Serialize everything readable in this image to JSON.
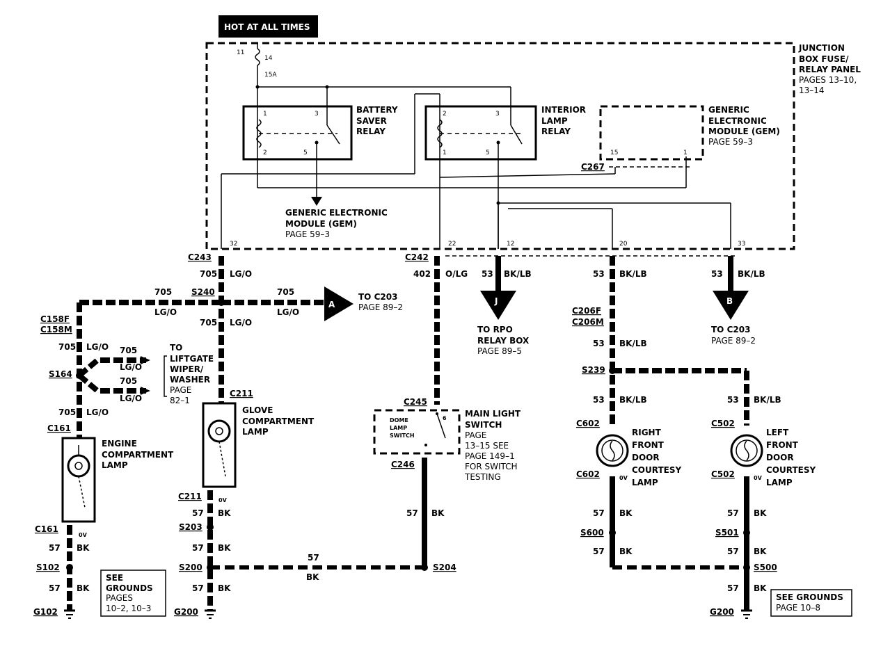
{
  "hot_label": "HOT AT ALL TIMES",
  "junction": {
    "l1": "JUNCTION",
    "l2": "BOX FUSE/",
    "l3": "RELAY PANEL",
    "l4": "PAGES 13–10,",
    "l5": "13–14"
  },
  "fuse": {
    "a": "11",
    "b": "14",
    "c": "15A"
  },
  "battery_relay": {
    "l1": "BATTERY",
    "l2": "SAVER",
    "l3": "RELAY",
    "p1": "1",
    "p3": "3",
    "p2": "2",
    "p5": "5"
  },
  "interior_relay": {
    "l1": "INTERIOR",
    "l2": "LAMP",
    "l3": "RELAY",
    "p2": "2",
    "p3": "3",
    "p1": "1",
    "p5": "5"
  },
  "gem_top": {
    "l1": "GENERIC",
    "l2": "ELECTRONIC",
    "l3": "MODULE  (GEM)",
    "l4": "PAGE 59–3",
    "p15": "15",
    "p1": "1",
    "conn": "C267"
  },
  "gem_mid": {
    "l1": "GENERIC   ELECTRONIC",
    "l2": "MODULE (GEM)",
    "l3": "PAGE 59–3"
  },
  "pins": {
    "p32": "32",
    "p22": "22",
    "p12": "12",
    "p20": "20",
    "p33": "33"
  },
  "left": {
    "c243": "C243",
    "w705": "705",
    "lgo": "LG/O",
    "s240": "S240",
    "c158f": "C158F",
    "c158m": "C158M",
    "s164": "S164",
    "c161": "C161",
    "c211": "C211",
    "to_a": "TO C203",
    "to_a2": "PAGE 89–2",
    "a": "A",
    "to_lift": [
      "TO",
      "LIFTGATE",
      "WIPER/",
      "WASHER",
      "PAGE",
      "82–1"
    ],
    "glove": [
      "GLOVE",
      "COMPARTMENT",
      "LAMP"
    ],
    "engine": [
      "ENGINE",
      "COMPARTMENT",
      "LAMP"
    ],
    "c161b": "C161",
    "c211b": "C211",
    "ov": "0V",
    "w57": "57",
    "bk": "BK",
    "s102": "S102",
    "s203": "S203",
    "s200": "S200",
    "g102": "G102",
    "g200": "G200",
    "see": [
      "SEE",
      "GROUNDS",
      "PAGES",
      "10–2,  10–3"
    ]
  },
  "middle": {
    "c242": "C242",
    "w402": "402",
    "olg": "O/LG",
    "c245": "C245",
    "c246": "C246",
    "dome": [
      "DOME",
      "LAMP",
      "SWITCH"
    ],
    "pin6": "6",
    "main": [
      "MAIN LIGHT",
      "SWITCH",
      "PAGE",
      "13–15  SEE",
      "PAGE  149–1",
      "FOR SWITCH",
      "TESTING"
    ],
    "w57": "57",
    "bk": "BK",
    "s204": "S204"
  },
  "j": {
    "w53": "53",
    "bklb": "BK/LB",
    "j": "J",
    "to": [
      "TO  RPO",
      "RELAY BOX",
      "PAGE  89–5"
    ]
  },
  "right": {
    "w53": "53",
    "bklb": "BK/LB",
    "c206f": "C206F",
    "c206m": "C206M",
    "s239": "S239",
    "c602": "C602",
    "c602b": "C602",
    "c502": "C502",
    "c502b": "C502",
    "rf": [
      "RIGHT",
      "FRONT",
      "DOOR",
      "COURTESY",
      "LAMP"
    ],
    "lf": [
      "LEFT",
      "FRONT",
      "DOOR",
      "COURTESY",
      "LAMP"
    ],
    "ov": "0V",
    "w57": "57",
    "bk": "BK",
    "s600": "S600",
    "s501": "S501",
    "s500": "S500",
    "g200": "G200",
    "b": "B",
    "to_b": [
      "TO C203",
      "PAGE 89–2"
    ],
    "see": [
      "SEE   GROUNDS",
      "PAGE 10–8"
    ]
  },
  "icons": [
    "fuse-icon",
    "relay-coil-icon",
    "switch-icon",
    "lamp-icon",
    "ground-icon",
    "connector-icon",
    "arrow-connector-icon"
  ]
}
